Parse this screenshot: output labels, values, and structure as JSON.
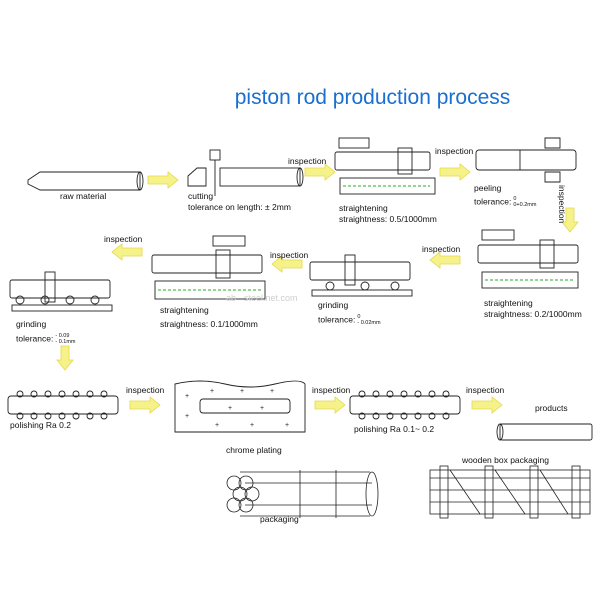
{
  "title": "piston rod production process",
  "watermark": "ab - steel.net.com",
  "colors": {
    "title": "#1a6fd0",
    "arrow": "#f6f28a",
    "arrow_stroke": "#e6d84a",
    "dashed_line": "#2ea82e"
  },
  "steps": {
    "raw_material": "raw material",
    "cutting": "cutting",
    "cutting_tol": "tolerance on length: ± 2mm",
    "inspection_1": "inspection",
    "straightening_1": "straightening",
    "straightness_1": "straightness: 0.5/1000mm",
    "inspection_2": "inspection",
    "peeling": "peeling",
    "peeling_tol": "tolerance:",
    "peeling_tol_upper": "0",
    "peeling_tol_lower": "0+0.2mm",
    "inspection_3": "inspection",
    "straightening_2": "straightening",
    "straightness_2": "straightness: 0.2/1000mm",
    "inspection_4": "inspection",
    "grinding_1": "grinding",
    "grinding_1_tol": "tolerance:",
    "grinding_1_tol_upper": "0",
    "grinding_1_tol_lower": "- 0.02mm",
    "inspection_5": "inspection",
    "straightening_3": "straightening",
    "straightness_3": "straightness: 0.1/1000mm",
    "inspection_6": "inspection",
    "grinding_2": "grinding",
    "grinding_2_tol": "tolerance:",
    "grinding_2_tol_upper": "- 0.09",
    "grinding_2_tol_lower": "- 0.1mm",
    "polishing_1": "polishing   Ra 0.2",
    "inspection_7": "inspection",
    "chrome_plating": "chrome plating",
    "inspection_8": "inspection",
    "polishing_2": "polishing  Ra 0.1~ 0.2",
    "inspection_9": "inspection",
    "products": "products",
    "wooden_box": "wooden box packaging",
    "packaging": "packaging"
  }
}
